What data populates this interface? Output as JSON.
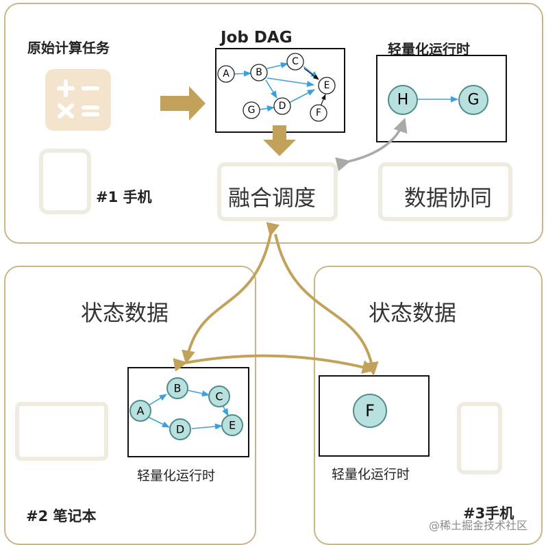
{
  "phone1": {
    "task_title": "原始计算任务",
    "dag_title": "Job DAG",
    "runtime_title": "轻量化运行时",
    "device_label": "#1 手机",
    "fusion_label": "融合调度",
    "sync_label": "数据协同",
    "dag_nodes": [
      "A",
      "B",
      "C",
      "D",
      "E",
      "F",
      "G"
    ],
    "runtime_nodes": [
      "H",
      "G"
    ]
  },
  "laptop": {
    "state_label": "状态数据",
    "runtime_label": "轻量化运行时",
    "device_label": "#2 笔记本",
    "nodes": [
      "A",
      "B",
      "C",
      "D",
      "E"
    ]
  },
  "phone3": {
    "state_label": "状态数据",
    "runtime_label": "轻量化运行时",
    "device_label": "#3手机",
    "nodes": [
      "F"
    ]
  },
  "watermark": "@稀土掘金技术社区",
  "colors": {
    "gold": "#c9b589",
    "arrow_gold": "#c2a25a",
    "node_fill": "#b8e0de",
    "edge_blue": "#3aa0e0"
  }
}
